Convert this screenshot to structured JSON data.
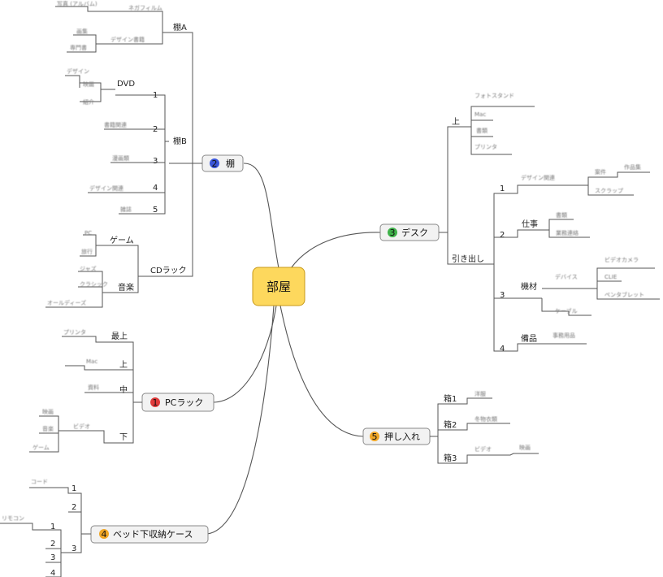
{
  "root": {
    "label": "部屋",
    "color": "#fdd85d"
  },
  "branches": {
    "shelf": {
      "num": "2",
      "label": "棚",
      "badge_color": "#3a55d8"
    },
    "desk": {
      "num": "3",
      "label": "デスク",
      "badge_color": "#3fb24a"
    },
    "pcrack": {
      "num": "1",
      "label": "PCラック",
      "badge_color": "#e03a3a"
    },
    "closet": {
      "num": "5",
      "label": "押し入れ",
      "badge_color": "#f0a625"
    },
    "bedcase": {
      "num": "4",
      "label": "ベッド下収納ケース",
      "badge_color": "#f0a625"
    }
  },
  "shelf": {
    "a": "棚A",
    "b": "棚B",
    "b_rows": [
      "1",
      "2",
      "3",
      "4",
      "5"
    ],
    "b_row1": "DVD",
    "cd": "CDラック",
    "cd_game": "ゲーム",
    "cd_music": "音楽"
  },
  "desk": {
    "top": "上",
    "drawer": "引き出し",
    "rows": [
      "1",
      "2",
      "3",
      "4"
    ],
    "d2": "仕事",
    "d3": "機材",
    "d4": "備品"
  },
  "pcrack": {
    "top": "最上",
    "up": "上",
    "mid": "中",
    "low": "下"
  },
  "closet": {
    "boxes": [
      "箱1",
      "箱2",
      "箱3"
    ]
  },
  "bedcase": {
    "nums": [
      "1",
      "2",
      "3"
    ],
    "sub3": [
      "1",
      "2",
      "3",
      "4"
    ]
  },
  "blurred": [
    "写真 (アルバム)",
    "ネガフィルム",
    "デザイン書籍",
    "画集",
    "専門書",
    "デザイン",
    "映画",
    "紹介",
    "書籍関連",
    "漫画類",
    "デザイン関連",
    "雑誌",
    "PC",
    "旅行",
    "ジャズ",
    "クラシック",
    "オールディーズ",
    "フォトスタンド",
    "Mac",
    "書類",
    "プリンタ",
    "デザイン関連",
    "案件",
    "作品集",
    "スクラップ",
    "書類",
    "業務連絡",
    "デバイス",
    "ビデオカメラ",
    "CLIE",
    "ペンタブレット",
    "ケーブル",
    "事務用品",
    "プリンタ",
    "Mac",
    "資料",
    "映画",
    "音楽",
    "ゲーム",
    "ビデオ",
    "洋服",
    "冬物衣類",
    "ビデオ",
    "映画",
    "コード",
    "リモコン"
  ]
}
